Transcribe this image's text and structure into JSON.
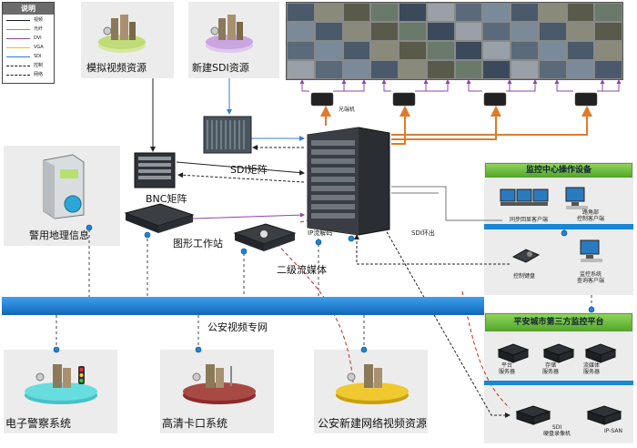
{
  "legend": {
    "title": "说明",
    "items": [
      {
        "label": "视频",
        "color": "#1a1a1a",
        "style": "solid"
      },
      {
        "label": "光纤",
        "color": "#e07a2a",
        "style": "solid"
      },
      {
        "label": "DVI",
        "color": "#8e44ad",
        "style": "solid"
      },
      {
        "label": "VGA",
        "color": "#e0c020",
        "style": "solid"
      },
      {
        "label": "SDI",
        "color": "#3a7bd5",
        "style": "solid"
      },
      {
        "label": "控制",
        "color": "#1a1a1a",
        "style": "dashed"
      },
      {
        "label": "网络",
        "color": "#1a1a1a",
        "style": "dashed"
      }
    ]
  },
  "nodes": {
    "analog_source": "模拟视频资源",
    "sdi_source": "新建SDI资源",
    "sdi_matrix": "SDI矩阵",
    "bnc_matrix": "BNC矩阵",
    "police_gis": "警用地理信息",
    "graphics_ws": "图形工作站",
    "secondary_media": "二级流媒体",
    "ip_decoder": "IP流解码",
    "sdi_loop": "SDI环出",
    "optical_end": "光端机",
    "police_net": "公安视频专网",
    "e_police": "电子警察系统",
    "hd_checkpoint": "高清卡口系统",
    "new_net_source": "公安新建网络视频资源"
  },
  "control_center": {
    "title": "监控中心操作设备",
    "sync_client": "同步回显客户端",
    "ops_control": "路角部\n控制客户端",
    "keyboard": "控制键盘",
    "query_client": "监控系统\n查询客户端"
  },
  "third_party": {
    "title": "平安城市第三方监控平台",
    "platform_server": "平台\n服务器",
    "storage_server": "存储\n服务器",
    "media_server": "流媒体\n服务器",
    "sdi_recorder": "SDI\n硬盘录像机",
    "ip_san": "IP-SAN"
  },
  "colors": {
    "sdi": "#3a7bd5",
    "fiber": "#e07a2a",
    "dvi": "#8e44ad",
    "network_bar": "#1a86d6",
    "net_dash_red": "#cc2222",
    "panel": "#ececec",
    "green_head": "#6cbf3a"
  },
  "icons": [
    "database-icon",
    "server-icon",
    "monitor-icon",
    "globe-icon",
    "camera-icon",
    "traffic-light-icon",
    "keyboard-icon"
  ]
}
